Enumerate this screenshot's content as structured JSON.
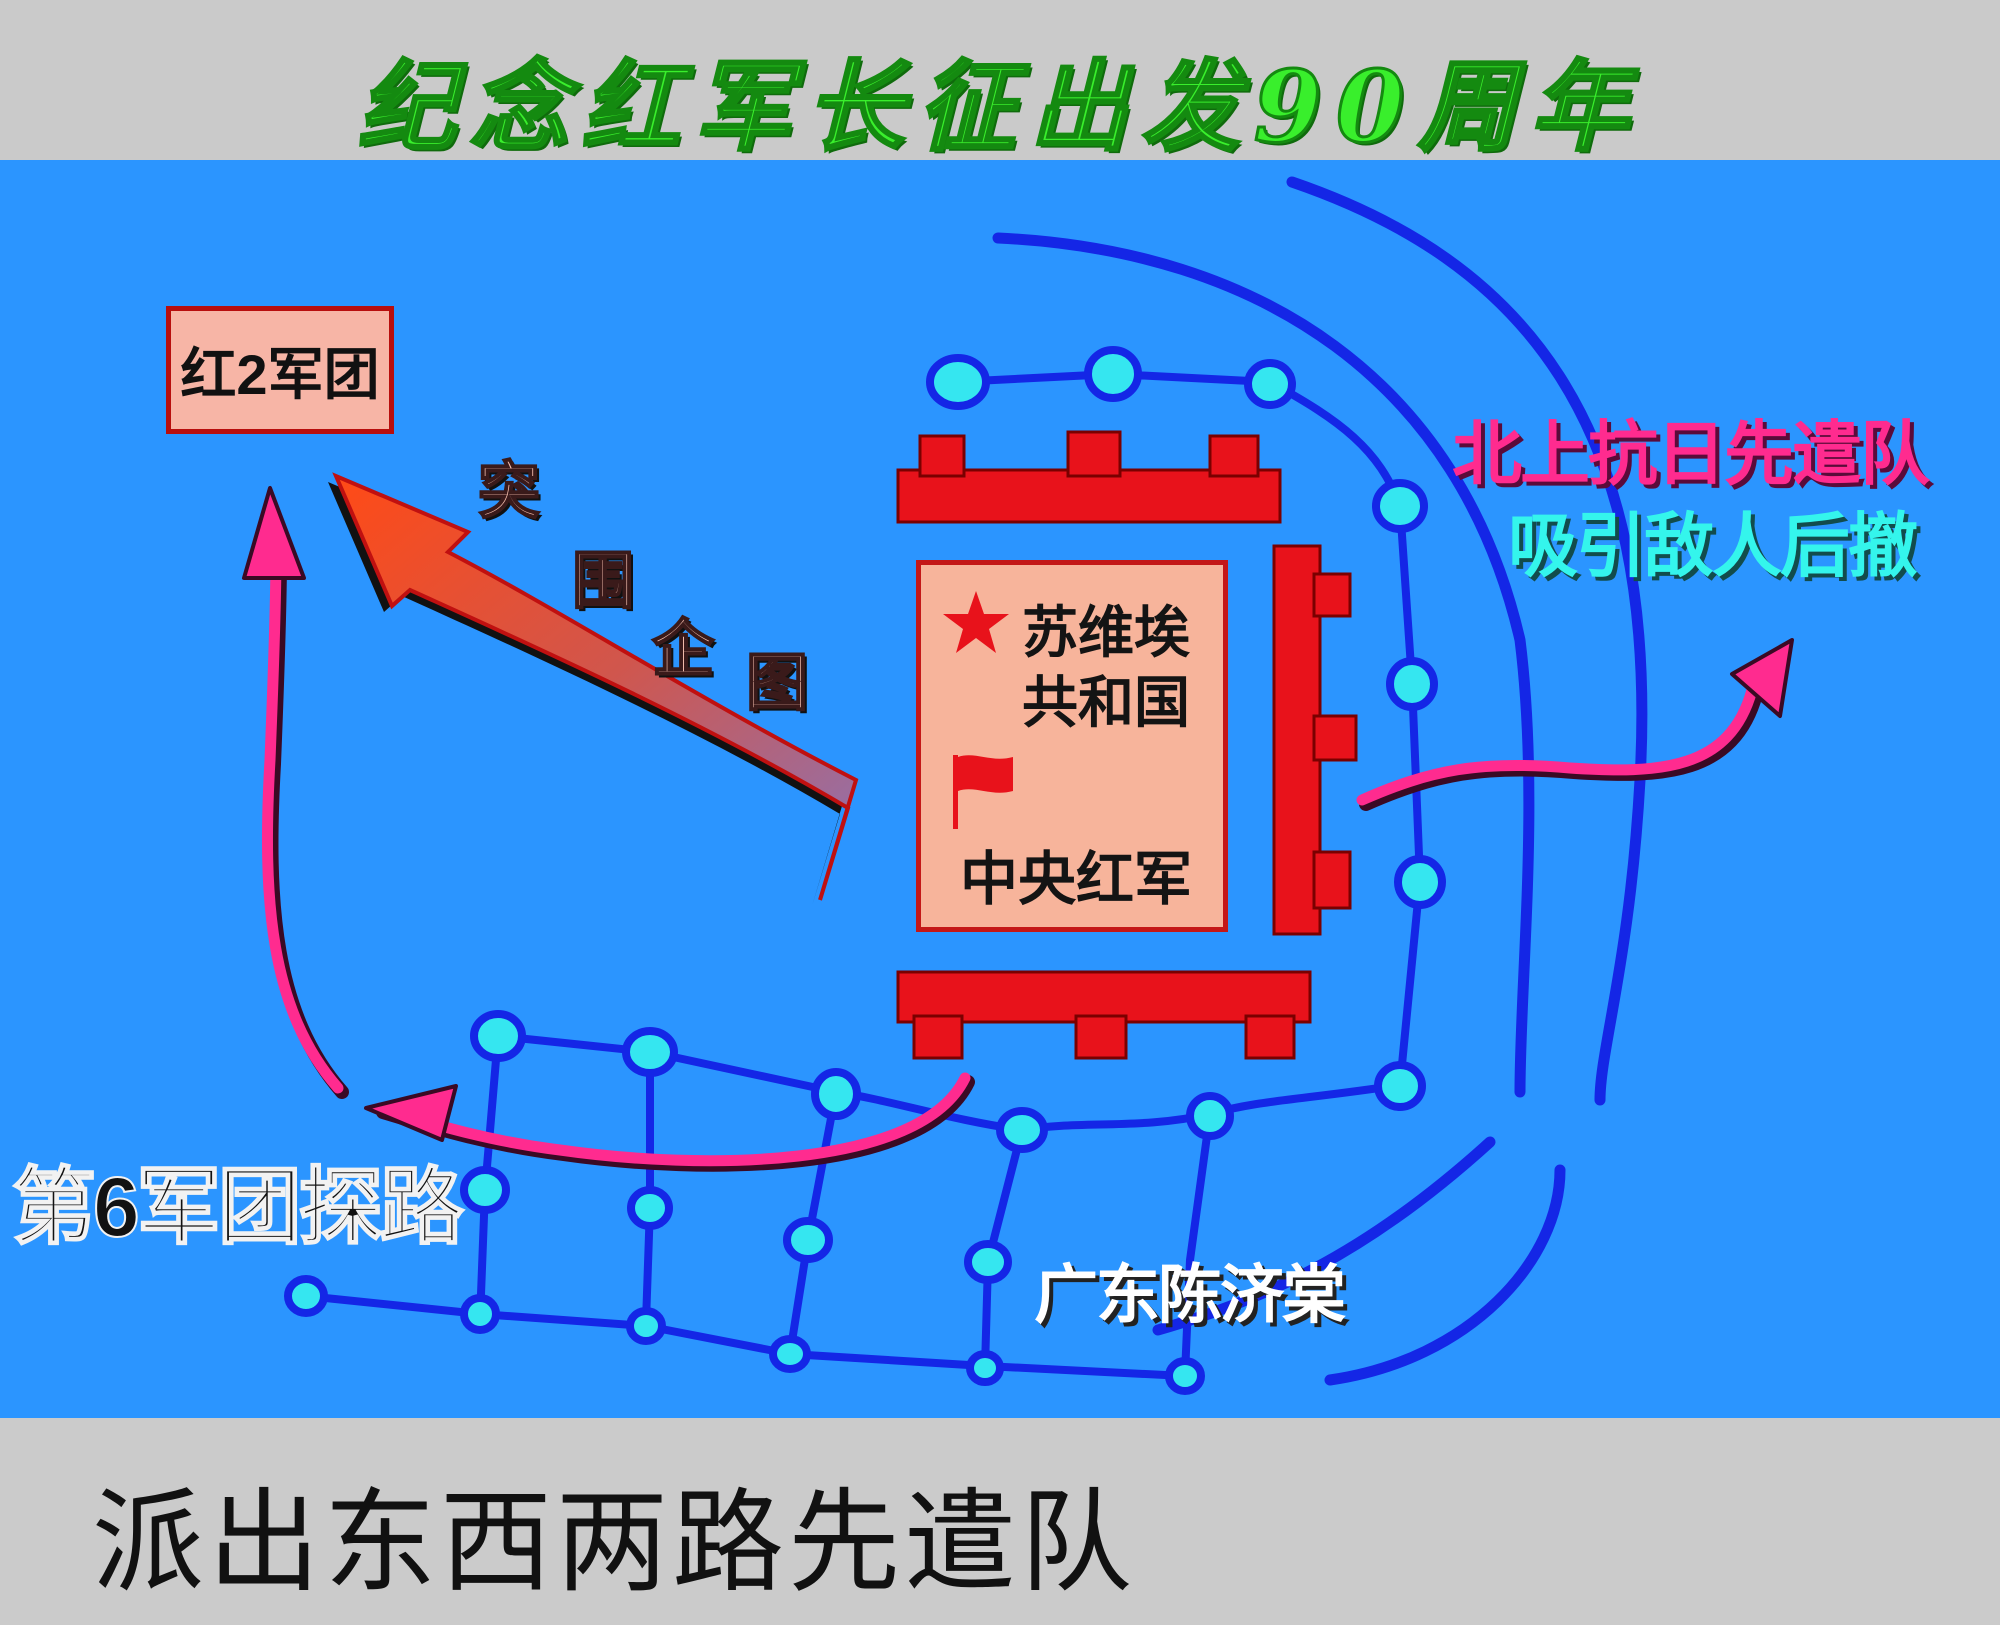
{
  "title": "纪念红军长征出发90周年",
  "caption": "派出东西两路先遣队",
  "labels": {
    "second_corps": "红2军团",
    "breakout": [
      "突",
      "围",
      "企",
      "图"
    ],
    "soviet_republic": [
      "苏维埃",
      "共和国"
    ],
    "central_army": "中央红军",
    "north_vanguard": "北上抗日先遣队",
    "lure_enemy": "吸引敌人后撤",
    "sixth_corps": "第6军团探路",
    "guangdong": "广东陈济棠"
  },
  "colors": {
    "sea": "#2b95ff",
    "fortification": "#e8121b",
    "route_pink": "#ff2b8f",
    "node_cyan": "#35e6f0",
    "line_blue": "#1426e6",
    "title_green": "#39ef2c"
  },
  "icons": [
    "star-icon",
    "red-flag-icon"
  ]
}
